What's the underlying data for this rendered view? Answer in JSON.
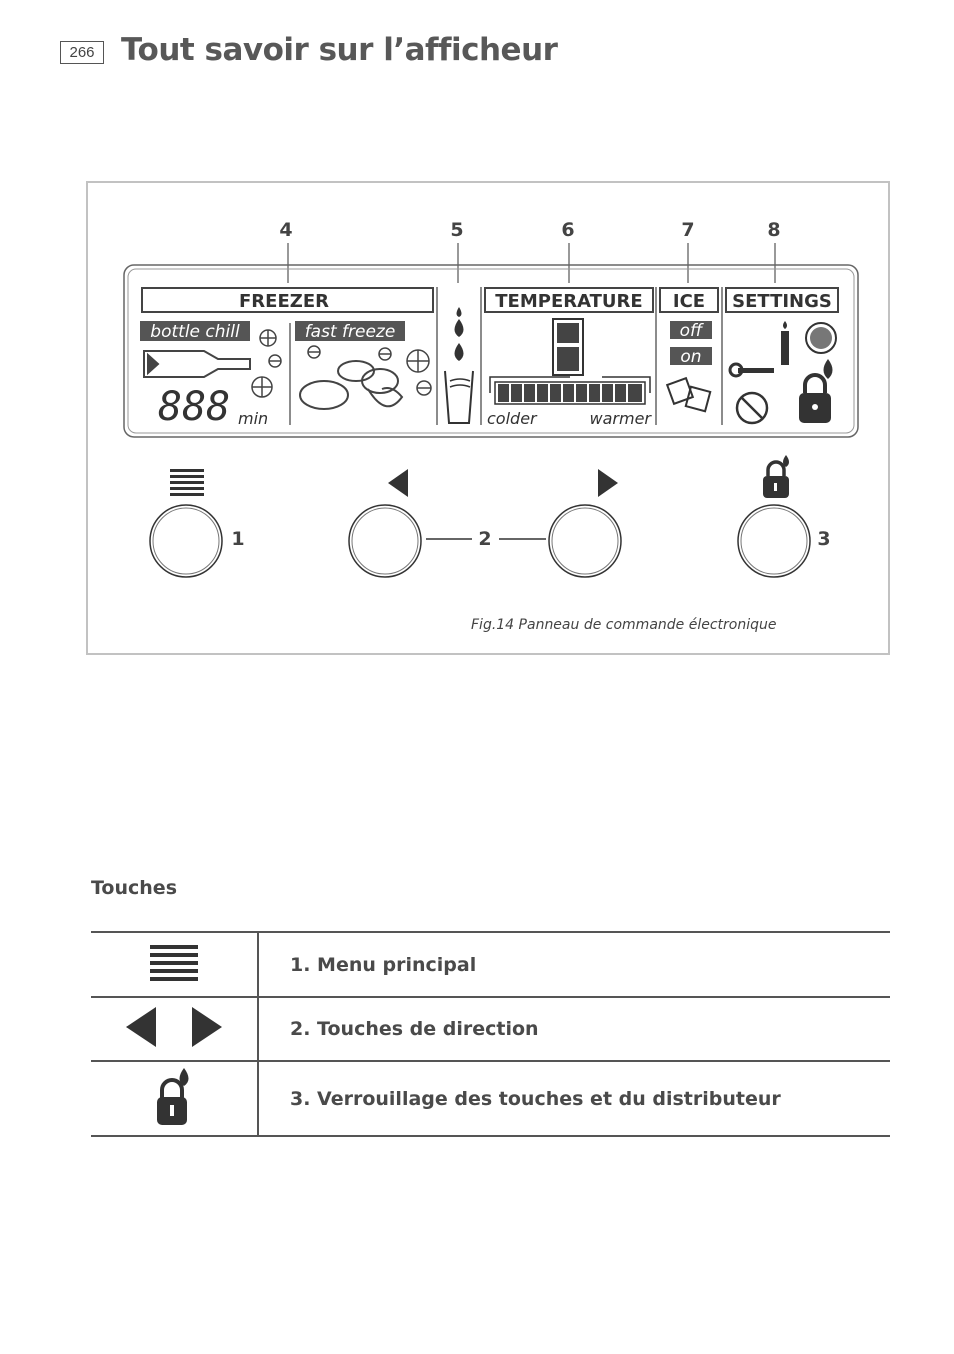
{
  "header": {
    "page_number": "266",
    "title": "Tout savoir sur l’afficheur"
  },
  "figure": {
    "callouts": [
      "4",
      "5",
      "6",
      "7",
      "8"
    ],
    "display": {
      "freezer_label": "FREEZER",
      "bottle_chill_label": "bottle chill",
      "fast_freeze_label": "fast freeze",
      "timer_digits": "888",
      "timer_unit": "min",
      "temperature_label": "TEMPERATURE",
      "colder_label": "colder",
      "warmer_label": "warmer",
      "ice_label": "ICE",
      "ice_off": "off",
      "ice_on": "on",
      "settings_label": "SETTINGS"
    },
    "button_numbers": [
      "1",
      "2",
      "3"
    ],
    "caption": "Fig.14 Panneau de commande électronique"
  },
  "keys_section": {
    "title": "Touches",
    "rows": [
      {
        "icon": "menu-icon",
        "label": "1. Menu principal"
      },
      {
        "icon": "direction-arrows-icon",
        "label": "2. Touches de direction"
      },
      {
        "icon": "lock-dispenser-icon",
        "label": "3. Verrouillage des touches et du distributeur"
      }
    ]
  }
}
